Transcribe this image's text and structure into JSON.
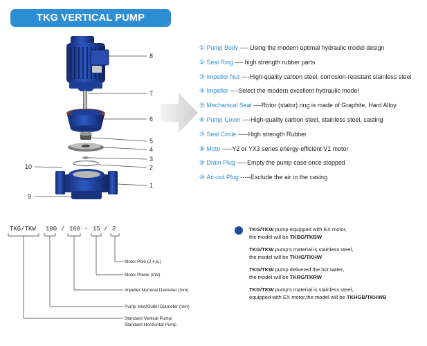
{
  "title": "TKG VERTICAL PUMP",
  "colors": {
    "accent": "#2f8ed3",
    "pump_blue": "#1d3f9a",
    "dot": "#1c4b9a"
  },
  "callouts": [
    "8",
    "7",
    "6",
    "5",
    "4",
    "3",
    "2",
    "1",
    "10",
    "9"
  ],
  "parts": [
    {
      "num": "①",
      "name": "Pump Body",
      "desc": " ---- Using the modern optimal hydraulic model design"
    },
    {
      "num": "②",
      "name": "Seal Ring",
      "desc": " ---- high strength rubber parts"
    },
    {
      "num": "③",
      "name": "Impeller Nut",
      "desc": " ----High-quality carbon steel, corrosion-resistant stainless steel"
    },
    {
      "num": "④",
      "name": "Impeller",
      "desc": " ----Select the modern excellent hydraulic model"
    },
    {
      "num": "⑤",
      "name": "Mechanical Seal",
      "desc": " ----Rotor (stator) ring is made of Graphite, Hard Alloy"
    },
    {
      "num": "⑥",
      "name": "Pump Cover",
      "desc": " ----High-quality carbon steel, stainless steel, casting"
    },
    {
      "num": "⑦",
      "name": "Seal Circle",
      "desc": " -----High strength Rubber"
    },
    {
      "num": "⑧",
      "name": "Moto",
      "desc": " -----Y2 or YX3 series energy-efficient V1 motor"
    },
    {
      "num": "⑨",
      "name": "Drain Plug",
      "desc": " -----Empty the pump case once stopped"
    },
    {
      "num": "⑩",
      "name": "Air-out Plug",
      "desc": " -----Exclude the air in the casing"
    }
  ],
  "model_code": {
    "parts": [
      "TKG/TKW",
      "100",
      "/",
      "160",
      "-",
      "15",
      "/",
      "2"
    ],
    "labels": [
      "Motor Pole (2,4,6,)",
      "Motor Power  (kW)",
      "Impeller Nominal Diameter (mm)",
      "Pump Inlet/Outlet Diameter (mm)",
      "Standard Vertical  Pump/",
      "Standard  Horizontal Pump"
    ]
  },
  "notes": [
    {
      "prefix": "TKG/TKW",
      "line1": " pump equipped with EX motor,",
      "line2_pre": "the model will be ",
      "model": "TKBG/TKBW"
    },
    {
      "prefix": "TKG/TKW",
      "line1": " pump's material is stainless steel,",
      "line2_pre": "the model will be ",
      "model": "TKHG/TKHW"
    },
    {
      "prefix": "TKG/TKW",
      "line1": " pump delivered the hot water,",
      "line2_pre": "the model will be ",
      "model": "TKRG/TKRW"
    },
    {
      "prefix": "TKG/TKW",
      "line1": " pump's material is stainless steel,",
      "line2_pre": "equipped with EX motor,the model will be ",
      "model": "TKHGB/TKHWB"
    }
  ]
}
